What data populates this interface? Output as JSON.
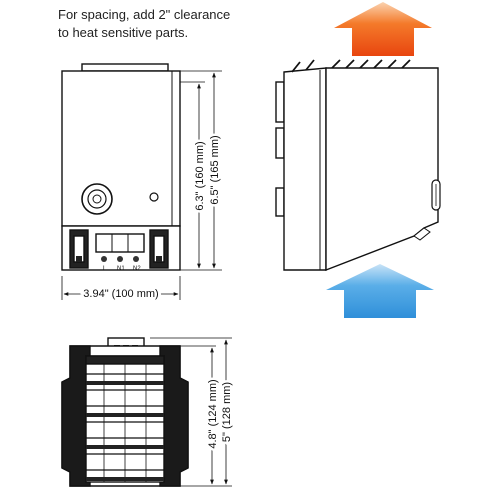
{
  "note": {
    "line1": "For spacing, add 2\" clearance",
    "line2": "to heat sensitive parts."
  },
  "front_view": {
    "width_dim": "3.94\" (100 mm)",
    "height_inner_dim": "6.3\" (160 mm)",
    "height_outer_dim": "6.5\" (165 mm)",
    "terminal_labels": [
      "L",
      "N1",
      "N2"
    ]
  },
  "bottom_view": {
    "height_inner_dim": "4.8\" (124 mm)",
    "height_outer_dim": "5\" (128 mm)"
  },
  "colors": {
    "hot_air_arrow": "#f05a1a",
    "cool_air_arrow": "#3f9be0",
    "line": "#111111"
  }
}
